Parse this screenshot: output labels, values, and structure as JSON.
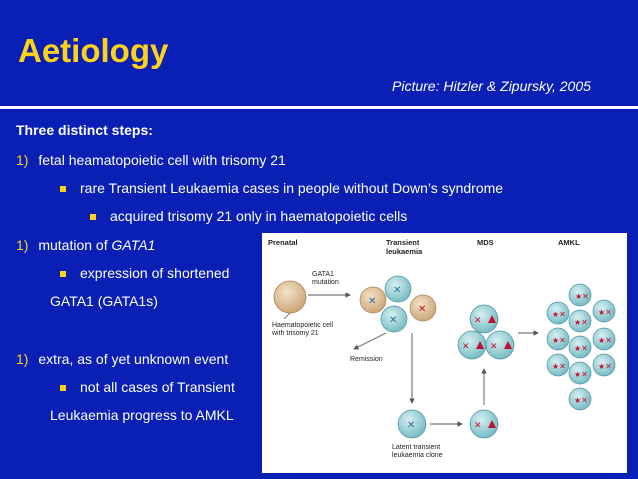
{
  "slide": {
    "title": "Aetiology",
    "credit": "Picture: Hitzler & Zipursky, 2005",
    "intro": "Three distinct steps:",
    "step1": {
      "num": "1)",
      "text": "fetal heamatopoietic cell with trisomy 21"
    },
    "step1_sub1": "rare Transient Leukaemia cases in people without Down’s syndrome",
    "step1_sub2": "acquired trisomy 21 only in haematopoietic cells",
    "step2": {
      "num": "1)",
      "text_prefix": "mutation of ",
      "text_italic": "GATA1"
    },
    "step2_sub1_a": "expression of shortened",
    "step2_sub1_b": "GATA1 (GATA1s)",
    "step3": {
      "num": "1)",
      "text": "extra, as of yet unknown event"
    },
    "step3_sub1_a": "not all cases of Transient",
    "step3_sub1_b": "Leukaemia progress to AMKL"
  },
  "figure": {
    "headers": {
      "prenatal": "Prenatal",
      "transient_1": "Transient",
      "transient_2": "leukaemia",
      "mds": "MDS",
      "amkl": "AMKL"
    },
    "label_gata1_1": "GATA1",
    "label_gata1_2": "mutation",
    "label_cell_1": "Haematopoietic cell",
    "label_cell_2": "with trisomy 21",
    "label_remission": "Remission",
    "label_latent_1": "Latent transient",
    "label_latent_2": "leukaemia clone",
    "colors": {
      "background": "#0a1fb3",
      "accent": "#ffd21a",
      "cell_normal": "#d9b98c",
      "cell_leukaemic": "#8fcfd6",
      "mark_red": "#c0102c",
      "mark_blue": "#2a6e9a"
    }
  }
}
